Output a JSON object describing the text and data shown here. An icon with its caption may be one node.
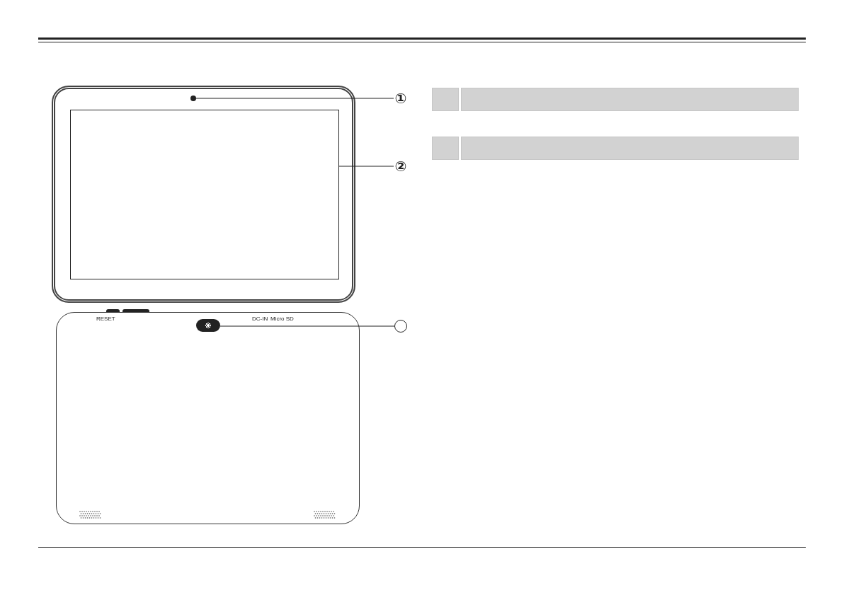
{
  "diagram": {
    "nodes": [
      {
        "text": [
          "①"
        ]
      },
      {
        "text": [],
        "shape": "circle"
      },
      {
        "text": [
          "②"
        ]
      },
      {
        "text": [],
        "shape": "box"
      },
      {
        "text": [],
        "shape": "circle"
      },
      {
        "text": [],
        "shape": "box"
      }
    ],
    "edges": [
      {
        "from": 0,
        "to": 1,
        "arrow": "none"
      },
      {
        "from": 2,
        "to": 3,
        "arrow": "none"
      },
      {
        "from": 4,
        "to": 5,
        "arrow": "none"
      }
    ],
    "labels": [
      "RESET",
      "DC-IN",
      "Micro SD"
    ]
  }
}
